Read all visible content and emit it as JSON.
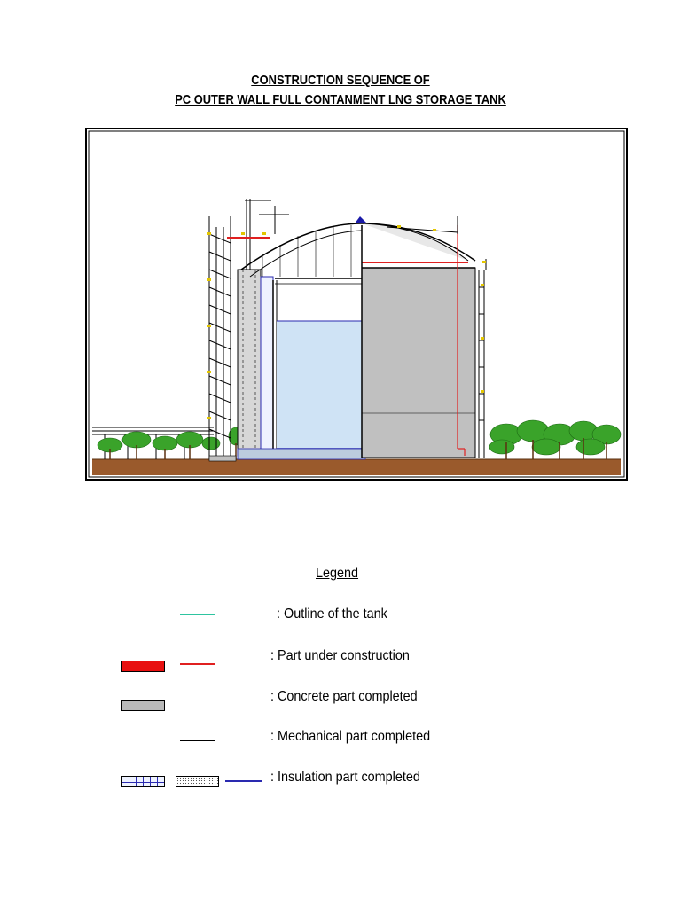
{
  "title": {
    "line1": "CONSTRUCTION SEQUENCE OF",
    "line2": "PC OUTER WALL FULL CONTANMENT LNG STORAGE TANK"
  },
  "legend": {
    "heading": "Legend",
    "items": [
      {
        "label": ": Outline of the tank",
        "color": "#2ec4a0"
      },
      {
        "label": ": Part under construction",
        "color": "#e02020"
      },
      {
        "label": ": Concrete part completed",
        "color": "#b9b9b9"
      },
      {
        "label": ": Mechanical part completed",
        "color": "#000000"
      },
      {
        "label": ": Insulation part completed",
        "color": "#2a2ab0"
      }
    ]
  },
  "colors": {
    "ground": "#9a5a2c",
    "liquid": "#cfe3f5",
    "concrete": "#c0c0c0",
    "trees": "#3aa32a"
  }
}
